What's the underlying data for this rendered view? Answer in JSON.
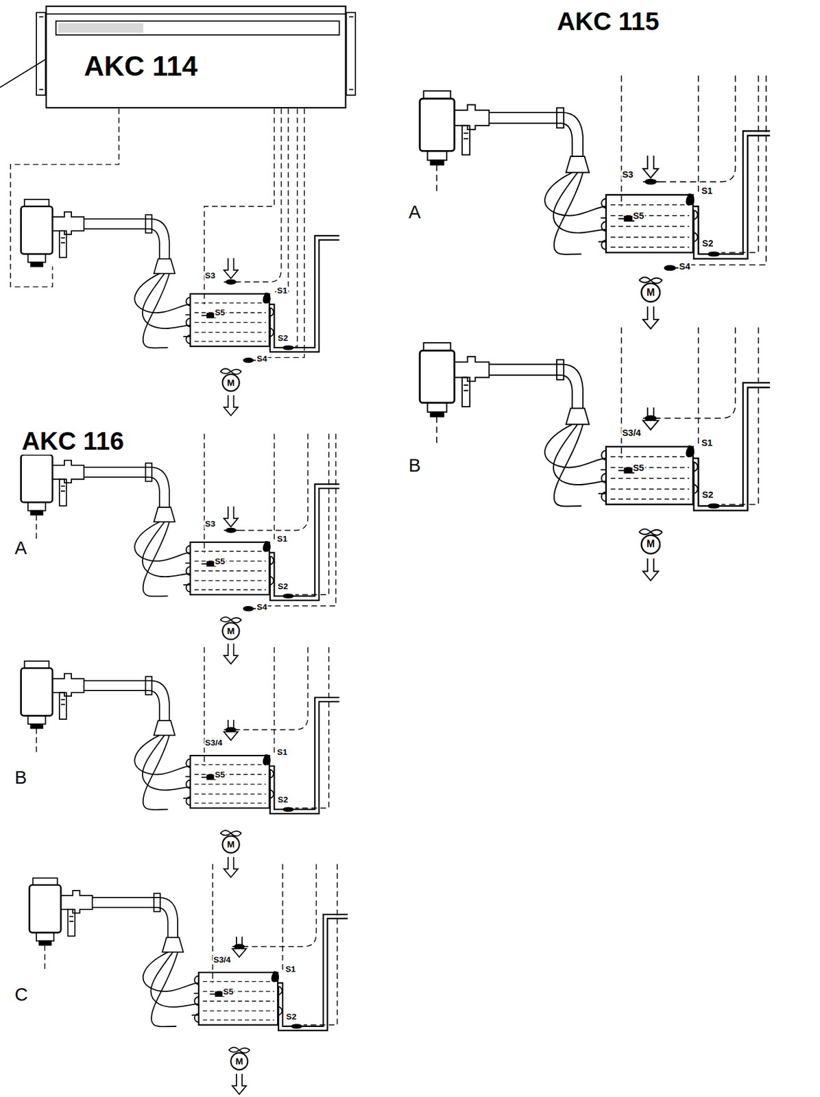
{
  "diagram": {
    "nodes": [
      {
        "text": [
          "AKC 114"
        ]
      }
    ],
    "labels": [
      "AKC 115",
      "AKC 116",
      "S3",
      "S1",
      "S5",
      "S2",
      "S4",
      "M",
      "A",
      "S3",
      "S1",
      "S5",
      "S2",
      "S4",
      "M",
      "B",
      "S3/4",
      "S1",
      "S5",
      "S2",
      "M",
      "A",
      "S3",
      "S1",
      "S5",
      "S2",
      "S4",
      "M",
      "B",
      "S3/4",
      "S1",
      "S5",
      "S2",
      "M",
      "C",
      "S3/4",
      "S1",
      "S5",
      "S2",
      "M"
    ]
  }
}
